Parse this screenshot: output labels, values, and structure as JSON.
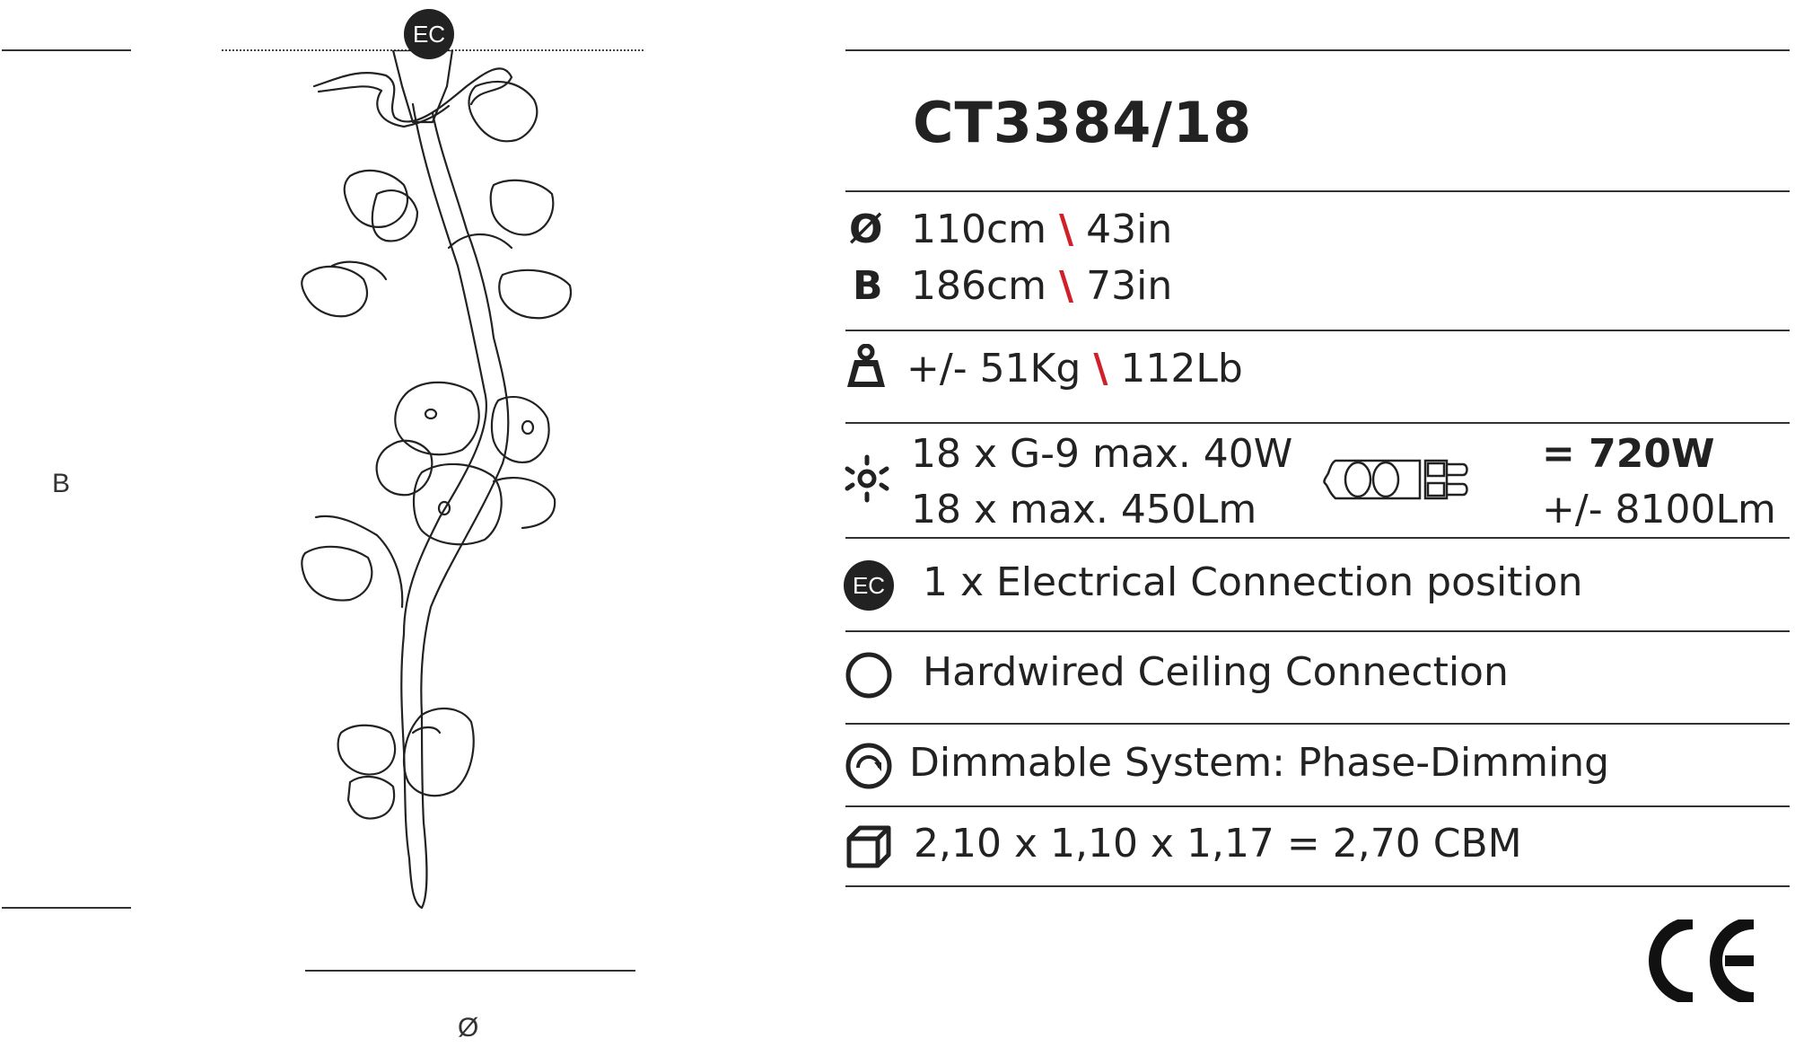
{
  "drawing": {
    "ec_badge": "EC",
    "height_label": "B",
    "diameter_label": "Ø"
  },
  "product": {
    "code": "CT3384/18"
  },
  "dimensions": {
    "diameter": {
      "symbol": "Ø",
      "metric": "110cm",
      "separator": "\\",
      "imperial": "43in"
    },
    "height": {
      "symbol": "B",
      "metric": "186cm",
      "separator": "\\",
      "imperial": "73in"
    }
  },
  "weight": {
    "prefix": "+/- ",
    "metric": "51Kg",
    "separator": "\\",
    "imperial": "112Lb"
  },
  "lighting": {
    "line1": "18 x G-9 max. 40W",
    "line2": "18 x max. 450Lm",
    "total_power": "= 720W",
    "total_lumen": "+/- 8100Lm"
  },
  "electrical": {
    "badge": "EC",
    "text": "1 x Electrical Connection position"
  },
  "connection": {
    "text": "Hardwired Ceiling Connection"
  },
  "dimming": {
    "text": "Dimmable System: Phase-Dimming"
  },
  "packaging": {
    "text": "2,10 x 1,10 x 1,17 = 2,70 CBM"
  },
  "certification": {
    "mark": "CE"
  },
  "colors": {
    "text": "#222222",
    "accent": "#d0202a",
    "lines": "#333333"
  }
}
